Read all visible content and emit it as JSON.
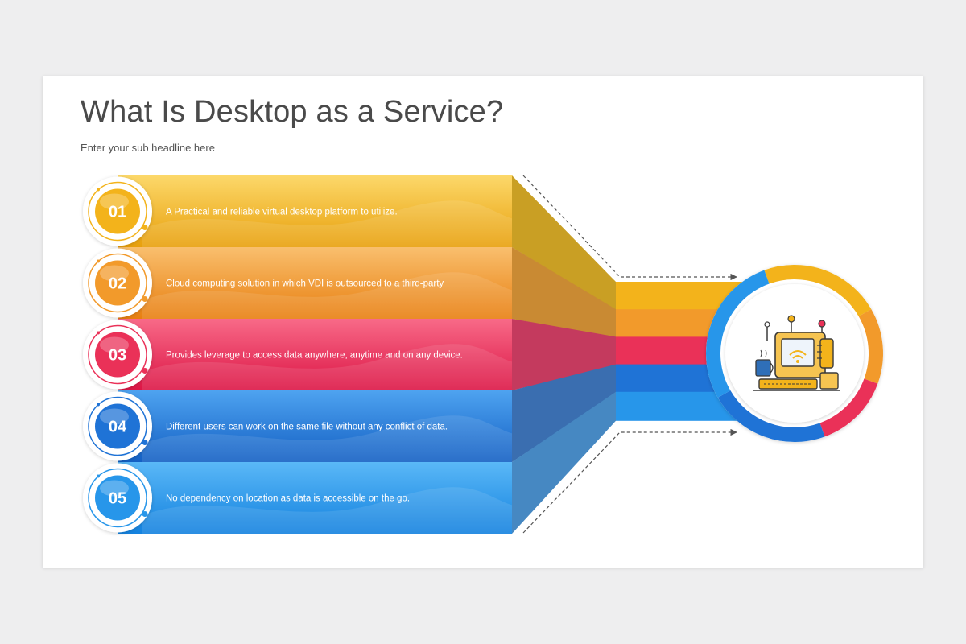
{
  "title": "What Is Desktop as a Service?",
  "subtitle": "Enter your sub headline here",
  "items": [
    {
      "number": "01",
      "text": "A Practical and reliable virtual desktop platform to utilize.",
      "color": "#f3b31b",
      "light": "#fcd86a",
      "dark": "#e8a00c",
      "fold": "#c99f24"
    },
    {
      "number": "02",
      "text": "Cloud computing solution in which VDI is outsourced to a third-party",
      "color": "#f29a2b",
      "light": "#f9bf6e",
      "dark": "#e87f10",
      "fold": "#c98a33"
    },
    {
      "number": "03",
      "text": "Provides leverage to access data anywhere, anytime and on any device.",
      "color": "#ea3158",
      "light": "#f86a88",
      "dark": "#dc1545",
      "fold": "#c43a5e"
    },
    {
      "number": "04",
      "text": "Different users can work on the same file without any conflict of data.",
      "color": "#1f73d6",
      "light": "#4ea3f0",
      "dark": "#1460c4",
      "fold": "#3a6eb0"
    },
    {
      "number": "05",
      "text": "No dependency on location as data is accessible on the go.",
      "color": "#2796ea",
      "light": "#5ab8f7",
      "dark": "#1482df",
      "fold": "#4688c2"
    }
  ],
  "hub": {
    "icon": "computer-icon"
  }
}
